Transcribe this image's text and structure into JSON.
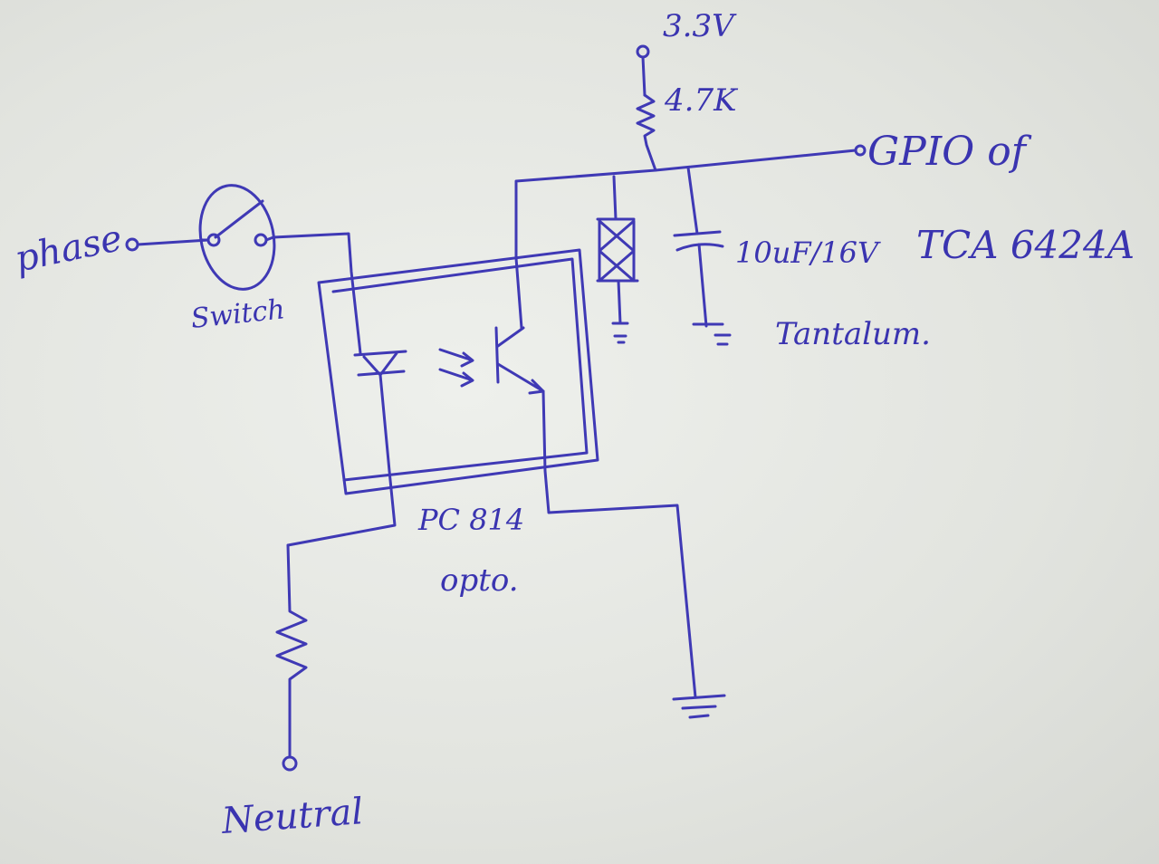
{
  "labels": {
    "supply": "3.3V",
    "pullup": "4.7K",
    "gpio": "GPIO of",
    "ic": "TCA 6424A",
    "capacitor": "10uF/16V",
    "tantalum": "Tantalum.",
    "phase": "phase",
    "switch": "Switch",
    "opto_part": "PC 814",
    "opto": "opto.",
    "neutral": "Neutral"
  },
  "colors": {
    "ink": "#3f39b5",
    "paper": "#e6e8e4"
  }
}
